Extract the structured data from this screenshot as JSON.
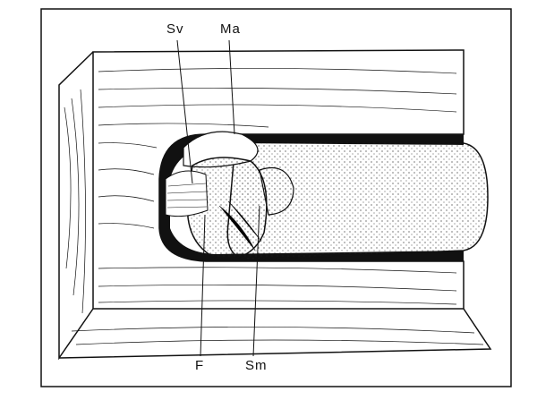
{
  "figure": {
    "labels": {
      "sv": "Sv",
      "ma": "Ma",
      "f": "F",
      "sm": "Sm"
    },
    "colors": {
      "ink": "#111111",
      "paper": "#ffffff"
    }
  }
}
